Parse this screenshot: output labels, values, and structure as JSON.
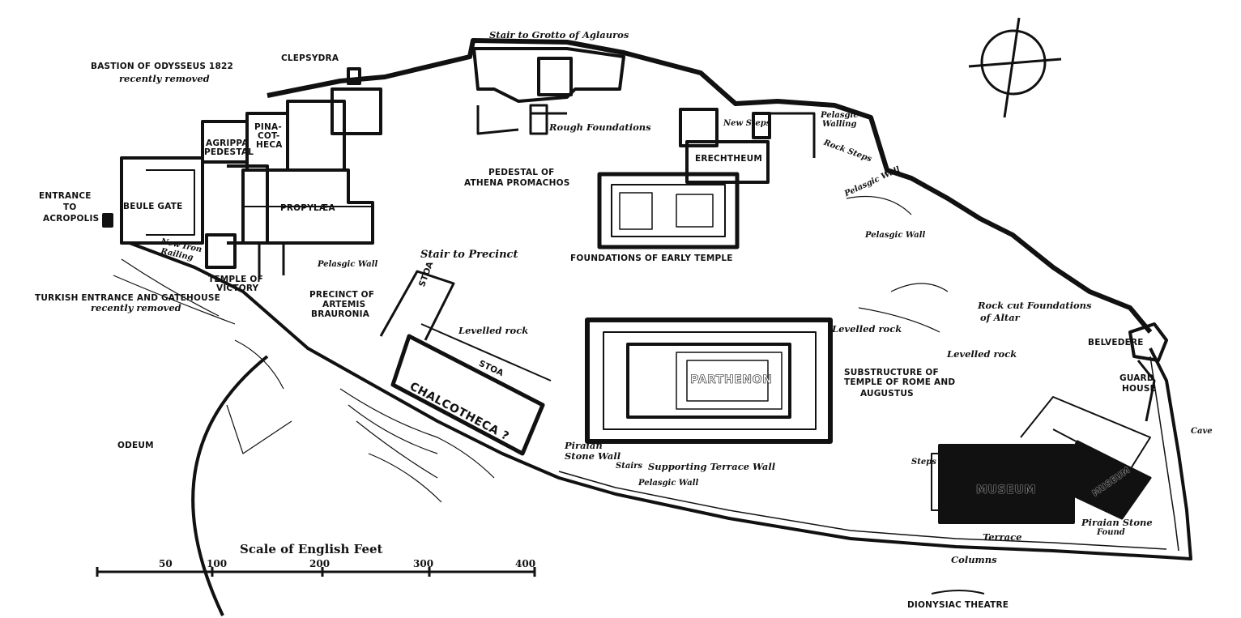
{
  "map": {
    "labels": {
      "stair_grotto": "Stair to Grotto of Aglauros",
      "bastion": "BASTION OF ODYSSEUS 1822",
      "recently_removed_1": "recently removed",
      "clepsydra": "CLEPSYDRA",
      "pinacotheca_1": "PINA-",
      "pinacotheca_2": "COT-",
      "pinacotheca_3": "HECA",
      "agrippa_1": "AGRIPPA",
      "agrippa_2": "PEDESTAL",
      "rough_foundations": "Rough Foundations",
      "new_steps": "New Steps",
      "pelasgic_walling_1": "Pelasgic",
      "pelasgic_walling_2": "Walling",
      "erechtheum": "ERECHTHEUM",
      "entrance_1": "ENTRANCE",
      "entrance_2": "TO",
      "entrance_3": "ACROPOLIS",
      "beule_gate": "BEULE GATE",
      "propylaea": "PROPYLÆA",
      "pedestal_athena_1": "PEDESTAL OF",
      "pedestal_athena_2": "ATHENA PROMACHOS",
      "rock_steps": "Rock Steps",
      "pelasgic_wall_ne": "Pelasgic Wall",
      "new_iron_railing_1": "New Iron",
      "new_iron_railing_2": "Railing",
      "stair_precinct": "Stair to Precinct",
      "foundations_early": "FOUNDATIONS OF EARLY TEMPLE",
      "pelasgic_wall_e": "Pelasgic Wall",
      "temple_victory_1": "TEMPLE OF",
      "temple_victory_2": "VICTORY",
      "pelasgic_wall_w": "Pelasgic Wall",
      "precinct_1": "PRECINCT OF",
      "precinct_2": "ARTEMIS",
      "precinct_3": "BRAURONIA",
      "turkish_entrance": "TURKISH ENTRANCE AND GATEHOUSE",
      "recently_removed_2": "recently removed",
      "rock_cut_1": "Rock cut Foundations",
      "rock_cut_2": "of Altar",
      "stoa_1": "STOA",
      "levelled_rock_1": "Levelled rock",
      "levelled_rock_2": "Levelled rock",
      "belvedere": "BELVEDERE",
      "levelled_rock_3": "Levelled rock",
      "stoa_2": "STOA",
      "parthenon": "PARTHENON",
      "substructure_1": "SUBSTRUCTURE OF",
      "substructure_2": "TEMPLE OF ROME AND",
      "substructure_3": "AUGUSTUS",
      "guard_1": "GUARD",
      "guard_2": "HOUSE",
      "chalcotheca": "CHALCOTHECA ?",
      "odeum": "ODEUM",
      "piraian_1": "Piraian",
      "piraian_2": "Stone Wall",
      "stairs": "Stairs",
      "supporting_terrace": "Supporting Terrace Wall",
      "pelasgic_wall_s": "Pelasgic Wall",
      "cave": "Cave",
      "steps": "Steps",
      "museum_1": "MUSEUM",
      "museum_2": "MUSEUM",
      "piraian_found_1": "Piraian Stone",
      "piraian_found_2": "Found",
      "terrace": "Terrace",
      "columns": "Columns",
      "dionysiac": "DIONYSIAC THEATRE"
    },
    "scale": {
      "title": "Scale of English Feet",
      "ticks": [
        "50",
        "100",
        "200",
        "300",
        "400"
      ]
    },
    "colors": {
      "ink": "#111111",
      "paper": "#ffffff"
    },
    "icons": [
      "north-arrow-icon"
    ]
  }
}
